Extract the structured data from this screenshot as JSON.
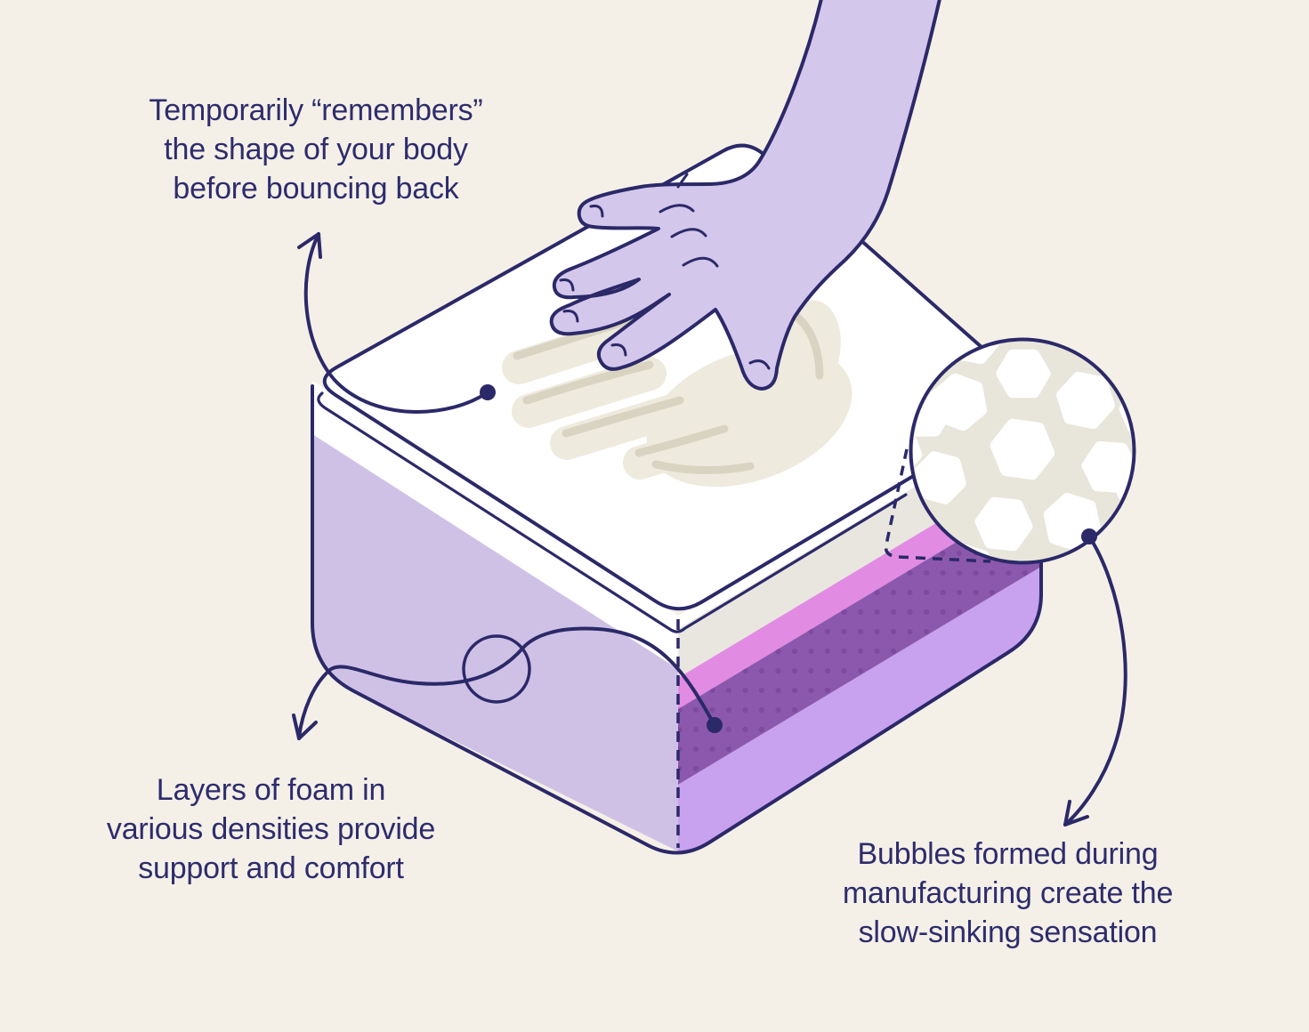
{
  "annotations": {
    "memory": {
      "lines": [
        "Temporarily “remembers”",
        "the shape of your body",
        "before bouncing back"
      ]
    },
    "layers": {
      "lines": [
        "Layers of foam in",
        "various densities provide",
        "support and comfort"
      ]
    },
    "bubbles": {
      "lines": [
        "Bubbles formed during",
        "manufacturing create the",
        "slow-sinking sensation"
      ]
    }
  },
  "colors": {
    "background": "#f4f0e7",
    "outline_navy": "#2b2968",
    "caption_text": "#2e2c6d",
    "hand_purple": "#d4c7ec",
    "mattress_side_purple": "#cfc1e6",
    "mattress_top_white": "#ffffff",
    "imprint_beige": "#efeade",
    "imprint_shadow": "#d9d4c2",
    "layer_gray": "#e9e6e0",
    "layer_pink": "#e18ce2",
    "layer_dark_purple": "#8b58ad",
    "layer_dark_purple_dots": "#7d4aa0",
    "layer_light_purple": "#c8a1ef",
    "bubble_wall_gray": "#e8e5db"
  }
}
